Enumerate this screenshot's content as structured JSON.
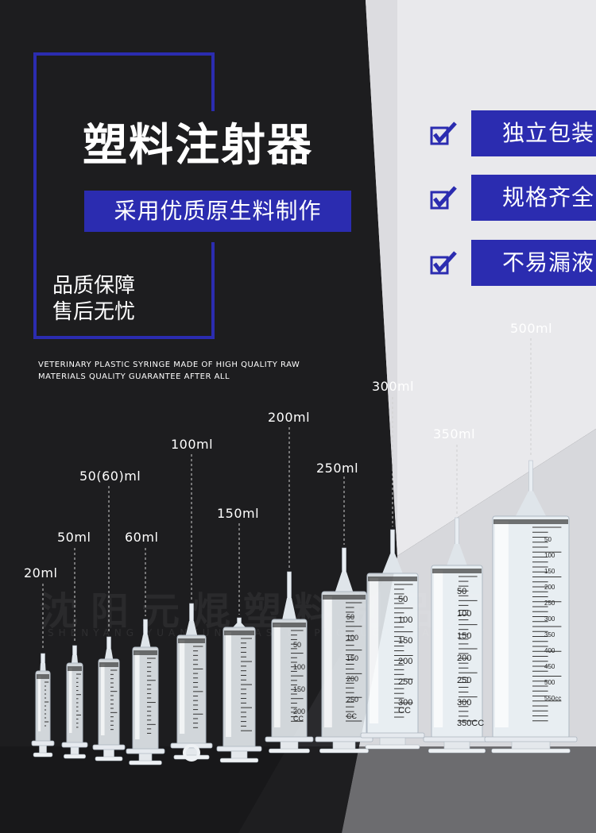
{
  "title": "塑料注射器",
  "subtitle": "采用优质原生料制作",
  "quality_lines": [
    "品质保障",
    "售后无忧"
  ],
  "english_caption": "VETERINARY PLASTIC SYRINGE MADE OF HIGH QUALITY RAW MATERIALS QUALITY GUARANTEE AFTER ALL",
  "features": [
    "独立包装",
    "规格齐全",
    "不易漏液"
  ],
  "sizes": [
    "20ml",
    "50ml",
    "50(60)ml",
    "60ml",
    "100ml",
    "150ml",
    "200ml",
    "250ml",
    "300ml",
    "350ml",
    "500ml"
  ],
  "barrel_marks": [
    "50",
    "100",
    "150",
    "200",
    "250",
    "300",
    "350",
    "400",
    "450",
    "500"
  ],
  "barrel_units": [
    "CC",
    "CC",
    "CC",
    "350CC",
    "550cc"
  ],
  "colors": {
    "accent": "#2b2cb0",
    "background": "#1d1d1f",
    "text": "#ffffff"
  }
}
